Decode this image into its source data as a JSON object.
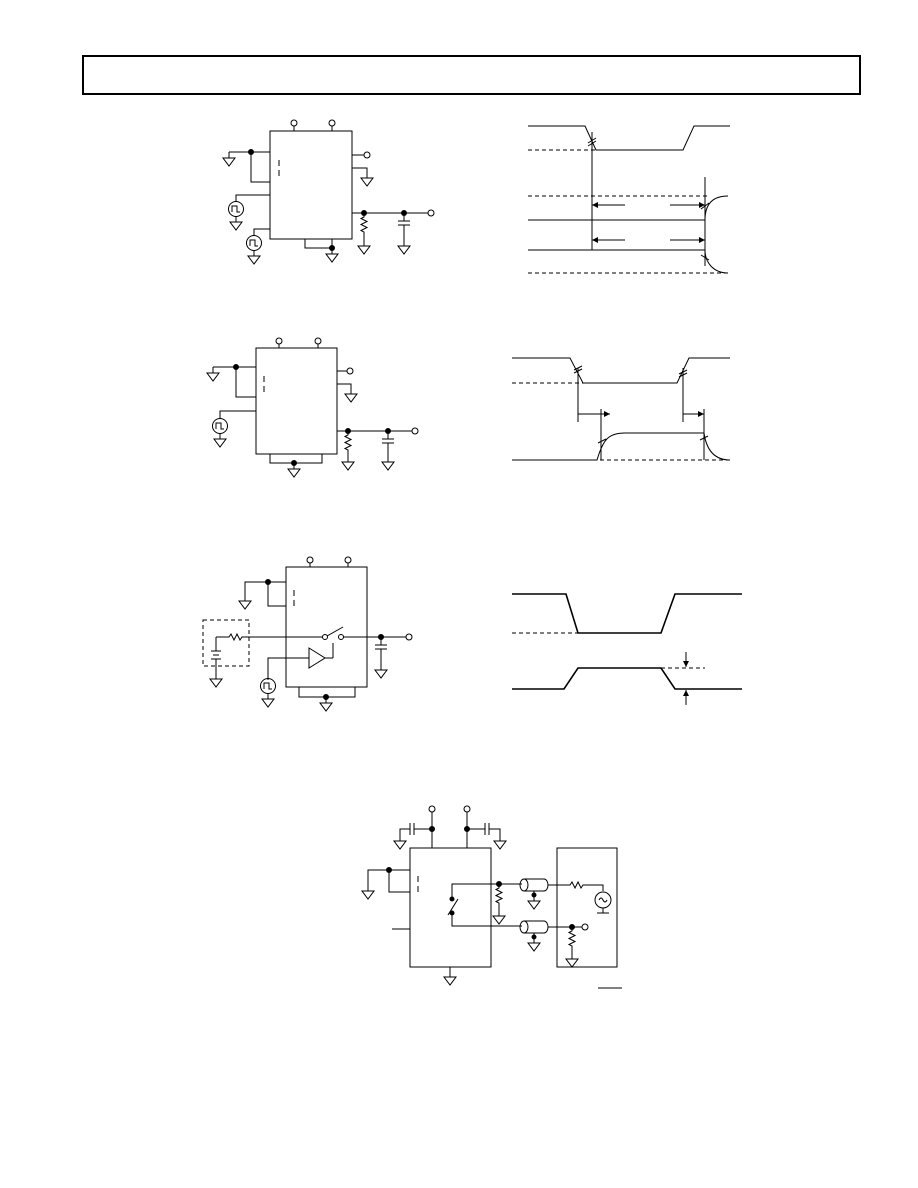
{
  "page": {
    "header": "",
    "diagrams": [
      {
        "id": "fig-1-test-circuit",
        "type": "test-circuit"
      },
      {
        "id": "fig-1-timing",
        "type": "timing-diagram"
      },
      {
        "id": "fig-2-test-circuit",
        "type": "test-circuit"
      },
      {
        "id": "fig-2-timing",
        "type": "timing-diagram"
      },
      {
        "id": "fig-3-test-circuit",
        "type": "test-circuit"
      },
      {
        "id": "fig-3-timing",
        "type": "timing-diagram"
      },
      {
        "id": "fig-4-test-circuit",
        "type": "test-circuit"
      }
    ]
  }
}
